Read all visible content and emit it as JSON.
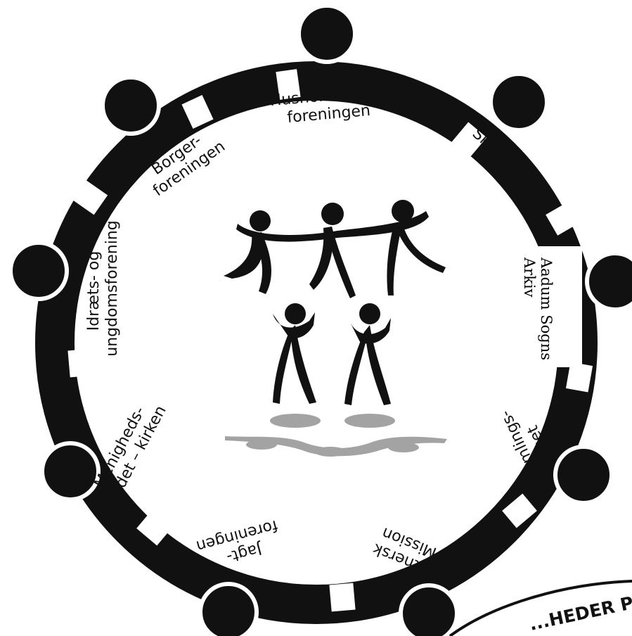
{
  "segments": [
    {
      "id": "husholdning",
      "lines": [
        "Husholdnings-",
        "foreningen"
      ]
    },
    {
      "id": "skolen",
      "lines": [
        "Skolen"
      ]
    },
    {
      "id": "forsamlingshuset",
      "lines": [
        "Forsamlings-",
        "huset"
      ]
    },
    {
      "id": "luthersk-mission",
      "lines": [
        "Luthersk",
        "Mission"
      ]
    },
    {
      "id": "jagtforeningen",
      "lines": [
        "Jagt-",
        "foreningen"
      ]
    },
    {
      "id": "menighedsraadet",
      "lines": [
        "Menigheds-",
        "rådet – kirken"
      ]
    },
    {
      "id": "idraet",
      "lines": [
        "Idræts- og",
        "ungdomsforening"
      ]
    },
    {
      "id": "borgerforeningen",
      "lines": [
        "Borger-",
        "foreningen"
      ]
    }
  ],
  "archive_note": {
    "lines": [
      "Aadum Sogns",
      "Arkiv"
    ]
  },
  "banner": {
    "text": "...HEDER PÅ"
  },
  "colors": {
    "ink": "#111111",
    "background": "#ffffff",
    "reflection": "#9a9a9a"
  }
}
